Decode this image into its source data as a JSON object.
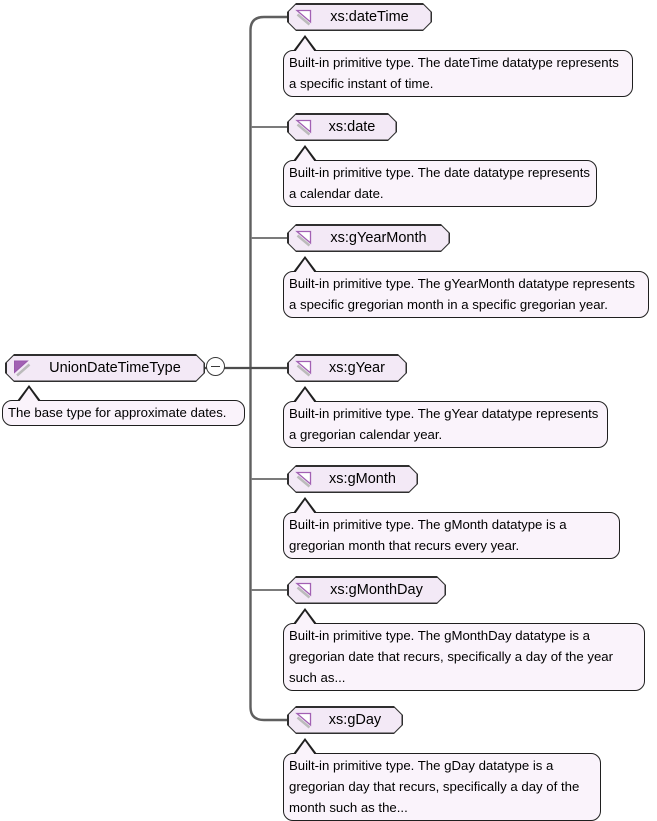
{
  "diagram": {
    "root": {
      "label": "UnionDateTimeType",
      "description": "The base type for approximate dates.",
      "icon": "simple-type-filled-icon",
      "collapse_state": "expanded"
    },
    "members": [
      {
        "label": "xs:dateTime",
        "description": "Built-in primitive type. The dateTime datatype represents a specific instant of time."
      },
      {
        "label": "xs:date",
        "description": "Built-in primitive type. The date datatype represents a calendar date."
      },
      {
        "label": "xs:gYearMonth",
        "description": "Built-in primitive type. The gYearMonth datatype represents a specific gregorian month in a specific gregorian year."
      },
      {
        "label": "xs:gYear",
        "description": "Built-in primitive type. The gYear datatype represents a gregorian calendar year."
      },
      {
        "label": "xs:gMonth",
        "description": "Built-in primitive type. The gMonth datatype is a gregorian month that recurs every year."
      },
      {
        "label": "xs:gMonthDay",
        "description": "Built-in primitive type. The gMonthDay datatype is a gregorian date that recurs, specifically a day of the year such as..."
      },
      {
        "label": "xs:gDay",
        "description": "Built-in primitive type. The gDay datatype is a gregorian day that recurs, specifically a day of the month such as the..."
      }
    ],
    "colors": {
      "node_fill": "#f3e9f6",
      "node_border": "#2f2f2f",
      "tooltip_fill": "#faf3fb",
      "tooltip_border": "#1f1f1f",
      "icon_purple": "#a261b3",
      "icon_shadow": "#bbbbbb",
      "trunk_line": "#5f5f5f",
      "branch_line": "#7b7b7b"
    }
  }
}
